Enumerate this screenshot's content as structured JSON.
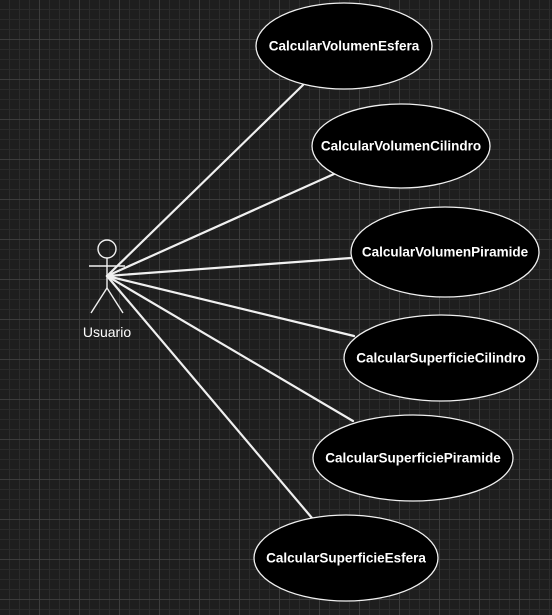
{
  "diagram": {
    "colors": {
      "background": "#1e1e1e",
      "grid_major": "#3c3c3c",
      "grid_minor": "#2b2b2b",
      "stroke": "#f0f0f0",
      "ellipse_fill": "#000000",
      "text": "#ffffff"
    },
    "actor": {
      "label": "Usuario",
      "icon": "stick-figure-actor-icon"
    },
    "use_cases": [
      {
        "label": "CalcularVolumenEsfera"
      },
      {
        "label": "CalcularVolumenCilindro"
      },
      {
        "label": "CalcularVolumenPiramide"
      },
      {
        "label": "CalcularSuperficieCilindro"
      },
      {
        "label": "CalcularSuperficiePiramide"
      },
      {
        "label": "CalcularSuperficieEsfera"
      }
    ]
  }
}
